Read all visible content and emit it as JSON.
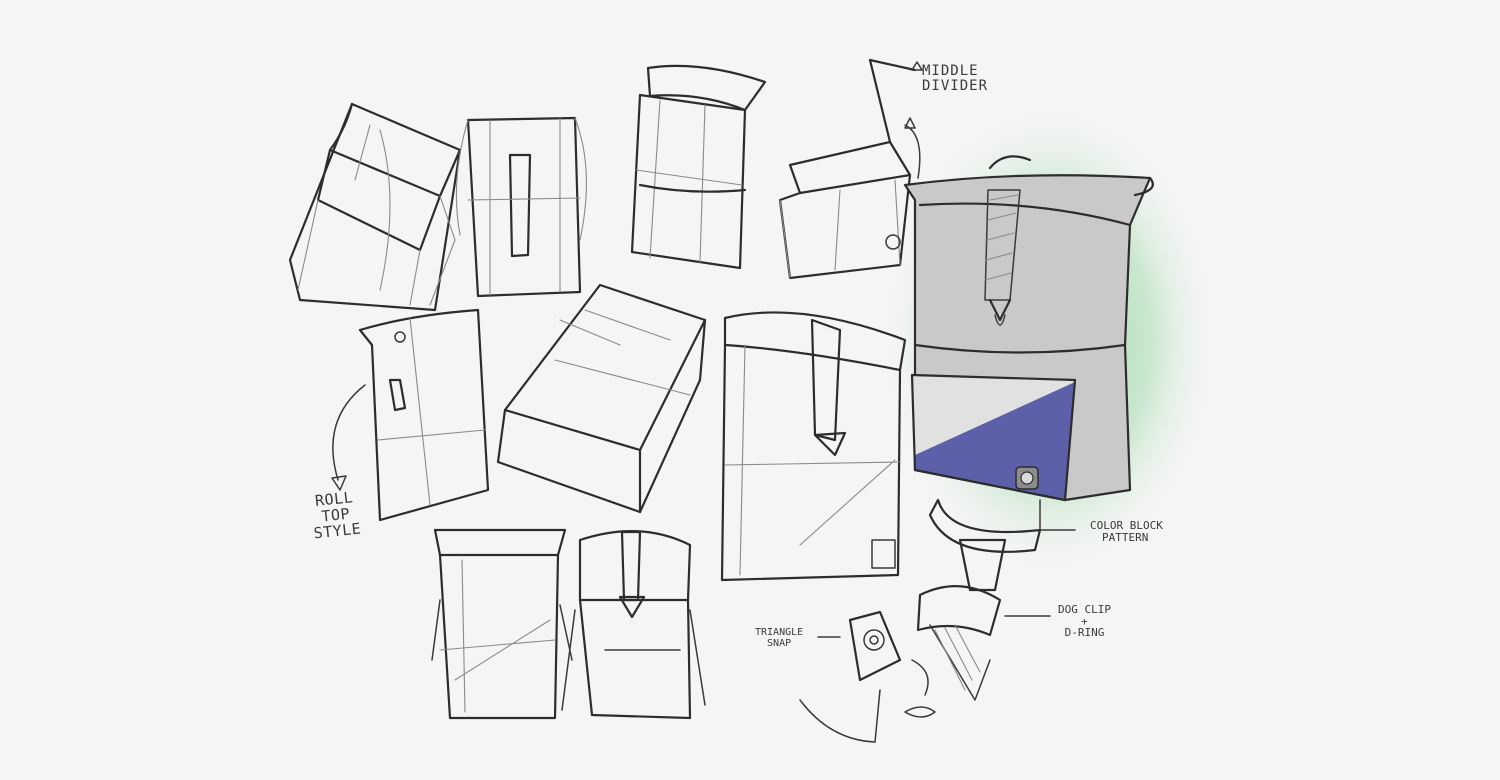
{
  "labels": {
    "middle_divider": [
      "MIDDLE",
      "DIVIDER"
    ],
    "roll_top_style": [
      "ROLL",
      "TOP",
      "STYLE"
    ],
    "color_block_pattern": [
      "COLOR BLOCK",
      "PATTERN"
    ],
    "dog_clip_d_ring": [
      "DOG CLIP",
      "+",
      "D-RING"
    ],
    "triangle_snap": [
      "TRIANGLE",
      "SNAP"
    ]
  },
  "colors": {
    "background": "#f5f5f5",
    "ink": "#2d2d2d",
    "accent_glow": "#8fd49a",
    "color_block_blue": "#5b60a8",
    "bag_grey": "#c9c9c9"
  }
}
